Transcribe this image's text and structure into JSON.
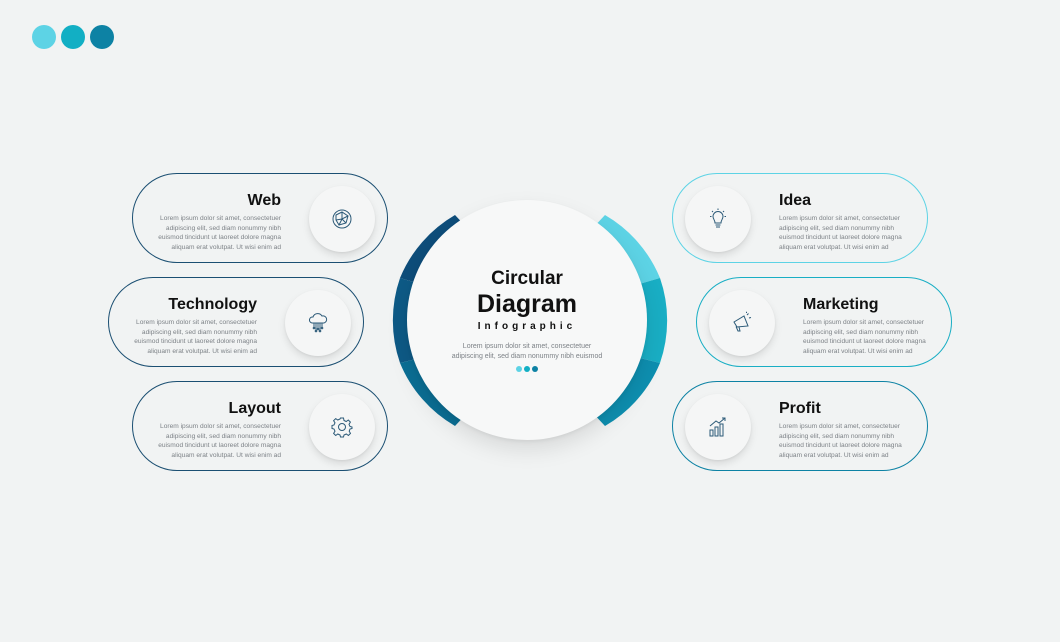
{
  "colors": {
    "dark_blue": "#0e4d7a",
    "mid_blue": "#0b6f95",
    "teal": "#19aec4",
    "light_teal": "#5dd3e5",
    "dot1": "#5dd3e5",
    "dot2": "#12afc4",
    "dot3": "#0d82a4"
  },
  "center": {
    "title_line1": "Circular",
    "title_line2": "Diagram",
    "title_line3": "Infographic",
    "description": "Lorem ipsum dolor sit amet, consectetuer\nadipiscing elit, sed diam nonummy nibh euismod"
  },
  "items": [
    {
      "title": "Web",
      "icon": "globe-network-icon",
      "description": "Lorem ipsum dolor sit amet, consectetuer\nadipiscing elit, sed diam nonummy nibh\neuismod tincidunt ut laoreet dolore magna\naliquam erat volutpat. Ut wisi enim ad"
    },
    {
      "title": "Technology",
      "icon": "cloud-circuit-icon",
      "description": "Lorem ipsum dolor sit amet, consectetuer\nadipiscing elit, sed diam nonummy nibh\neuismod tincidunt ut laoreet dolore magna\naliquam erat volutpat. Ut wisi enim ad"
    },
    {
      "title": "Layout",
      "icon": "gear-icon",
      "description": "Lorem ipsum dolor sit amet, consectetuer\nadipiscing elit, sed diam nonummy nibh\neuismod tincidunt ut laoreet dolore magna\naliquam erat volutpat. Ut wisi enim ad"
    },
    {
      "title": "Idea",
      "icon": "lightbulb-icon",
      "description": "Lorem ipsum dolor sit amet, consectetuer\nadipiscing elit, sed diam nonummy nibh\neuismod tincidunt ut laoreet dolore magna\naliquam erat volutpat. Ut wisi enim ad"
    },
    {
      "title": "Marketing",
      "icon": "megaphone-icon",
      "description": "Lorem ipsum dolor sit amet, consectetuer\nadipiscing elit, sed diam nonummy nibh\neuismod tincidunt ut laoreet dolore magna\naliquam erat volutpat. Ut wisi enim ad"
    },
    {
      "title": "Profit",
      "icon": "growth-chart-icon",
      "description": "Lorem ipsum dolor sit amet, consectetuer\nadipiscing elit, sed diam nonummy nibh\neuismod tincidunt ut laoreet dolore magna\naliquam erat volutpat. Ut wisi enim ad"
    }
  ]
}
